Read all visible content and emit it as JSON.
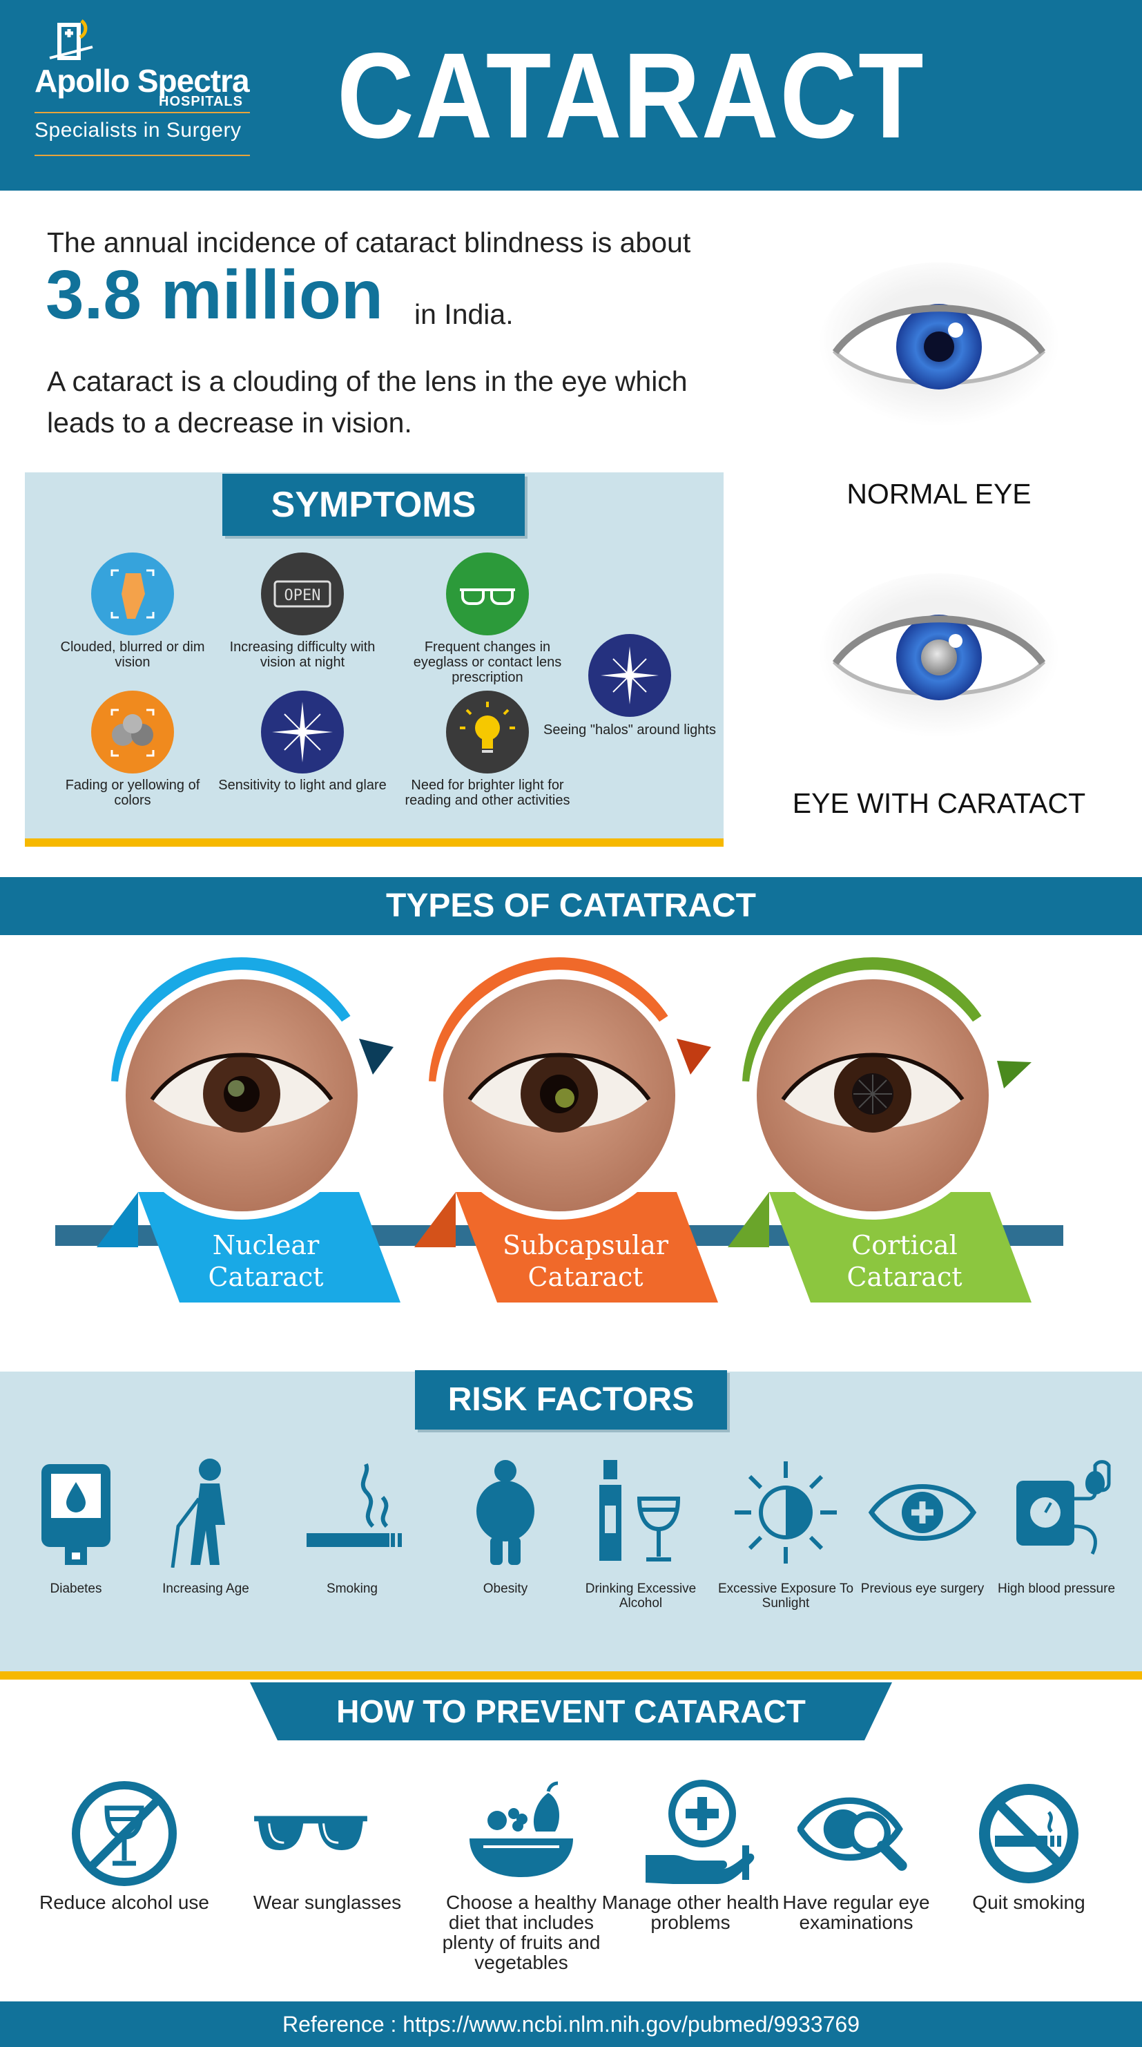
{
  "brand": {
    "name": "Apollo Spectra",
    "sub": "HOSPITALS",
    "tagline": "Specialists in Surgery",
    "accent": "#11729a",
    "highlight": "#f6b800"
  },
  "title": "CATARACT",
  "intro": {
    "line1": "The annual incidence of cataract blindness is about",
    "big_number": "3.8 million",
    "suffix": "in India.",
    "definition": "A cataract is a clouding of the lens in the eye which leads to a decrease in vision."
  },
  "eyes": {
    "normal": "NORMAL EYE",
    "cataract": "EYE WITH CARATACT"
  },
  "symptoms": {
    "heading": "SYMPTOMS",
    "items": [
      {
        "label": "Clouded, blurred or dim vision",
        "icon": "blurred-vision-icon",
        "color": "#36a3dc"
      },
      {
        "label": "Increasing difficulty with vision at night",
        "icon": "night-sign-icon",
        "color": "#3a3a3a"
      },
      {
        "label": "Frequent changes in eyeglass or contact lens prescription",
        "icon": "eyeglasses-icon",
        "color": "#2c9a3a"
      },
      {
        "label": "Seeing \"halos\" around lights",
        "icon": "halo-star-icon",
        "color": "#25317f"
      },
      {
        "label": "Fading or yellowing of colors",
        "icon": "faded-colors-icon",
        "color": "#f08a1e"
      },
      {
        "label": "Sensitivity to light and glare",
        "icon": "glare-star-icon",
        "color": "#25317f"
      },
      {
        "label": "Need for brighter light for reading and other activities",
        "icon": "light-bulb-icon",
        "color": "#3a3a3a"
      }
    ]
  },
  "types": {
    "heading": "TYPES OF CATATRACT",
    "items": [
      {
        "line1": "Nuclear",
        "line2": "Cataract",
        "color": "#19a9e6",
        "dark": "#0b5f86"
      },
      {
        "line1": "Subcapsular",
        "line2": "Cataract",
        "color": "#f0692a",
        "dark": "#c23c12"
      },
      {
        "line1": "Cortical",
        "line2": "Cataract",
        "color": "#8cc63f",
        "dark": "#4a8a1e"
      }
    ]
  },
  "risk": {
    "heading": "RISK FACTORS",
    "items": [
      {
        "label": "Diabetes",
        "icon": "glucose-meter-icon"
      },
      {
        "label": "Increasing Age",
        "icon": "elderly-person-icon"
      },
      {
        "label": "Smoking",
        "icon": "cigarette-icon"
      },
      {
        "label": "Obesity",
        "icon": "obese-person-icon"
      },
      {
        "label": "Drinking Excessive Alcohol",
        "icon": "wine-bottle-icon"
      },
      {
        "label": "Excessive Exposure To Sunlight",
        "icon": "sun-icon"
      },
      {
        "label": "Previous eye surgery",
        "icon": "eye-plus-icon"
      },
      {
        "label": "High blood pressure",
        "icon": "blood-pressure-icon"
      }
    ]
  },
  "prevent": {
    "heading": "HOW TO PREVENT CATARACT",
    "items": [
      {
        "label": "Reduce alcohol use",
        "icon": "no-alcohol-icon"
      },
      {
        "label": "Wear sunglasses",
        "icon": "sunglasses-icon"
      },
      {
        "label": "Choose a healthy diet that includes plenty of fruits and vegetables",
        "icon": "fruit-bowl-icon"
      },
      {
        "label": "Manage other health problems",
        "icon": "health-hand-icon"
      },
      {
        "label": "Have regular eye examinations",
        "icon": "eye-exam-icon"
      },
      {
        "label": "Quit smoking",
        "icon": "no-smoking-icon"
      }
    ]
  },
  "footer": {
    "reference": "Reference : https://www.ncbi.nlm.nih.gov/pubmed/9933769"
  }
}
